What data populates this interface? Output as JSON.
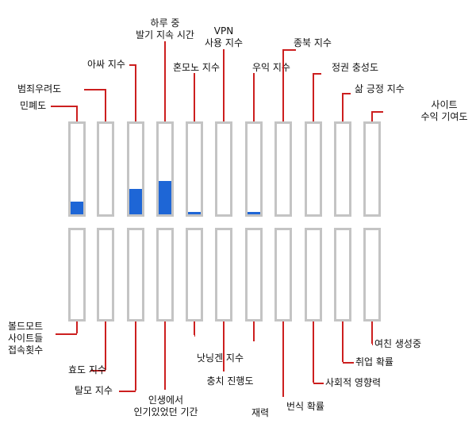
{
  "colors": {
    "connector": "#cc1f1f",
    "fill": "#1e66d6",
    "bar_border": "#c4c4c4"
  },
  "top_bars": [
    {
      "label": "민폐도",
      "level": 0.14
    },
    {
      "label": "범죄우려도",
      "level": 0.0
    },
    {
      "label": "아싸 지수",
      "level": 0.28
    },
    {
      "label": "하루 중\n발기 지속 시간",
      "level": 0.37
    },
    {
      "label": "혼모노 지수",
      "level": 0.03
    },
    {
      "label": "VPN\n사용 지수",
      "level": 0.0
    },
    {
      "label": "우익 지수",
      "level": 0.03
    },
    {
      "label": "종북 지수",
      "level": 0.0
    },
    {
      "label": "정권 충성도",
      "level": 0.0
    },
    {
      "label": "삶 긍정 지수",
      "level": 0.0
    },
    {
      "label": "사이트\n수익 기여도",
      "level": 0.0
    }
  ],
  "bottom_bars": [
    {
      "label": "볼드모트\n사이트들\n접속횟수",
      "level": 0.0
    },
    {
      "label": "효도 지수",
      "level": 0.0
    },
    {
      "label": "탈모 지수",
      "level": 0.0
    },
    {
      "label": "인생에서\n인기있었던 기간",
      "level": 0.0
    },
    {
      "label": "낫닝겐 지수",
      "level": 0.0
    },
    {
      "label": "충치 진행도",
      "level": 0.0
    },
    {
      "label": "재력",
      "level": 0.0
    },
    {
      "label": "번식 확률",
      "level": 0.0
    },
    {
      "label": "사회적 영향력",
      "level": 0.0
    },
    {
      "label": "취업 확률",
      "level": 0.0
    },
    {
      "label": "여친 생성중",
      "level": 0.0
    }
  ]
}
